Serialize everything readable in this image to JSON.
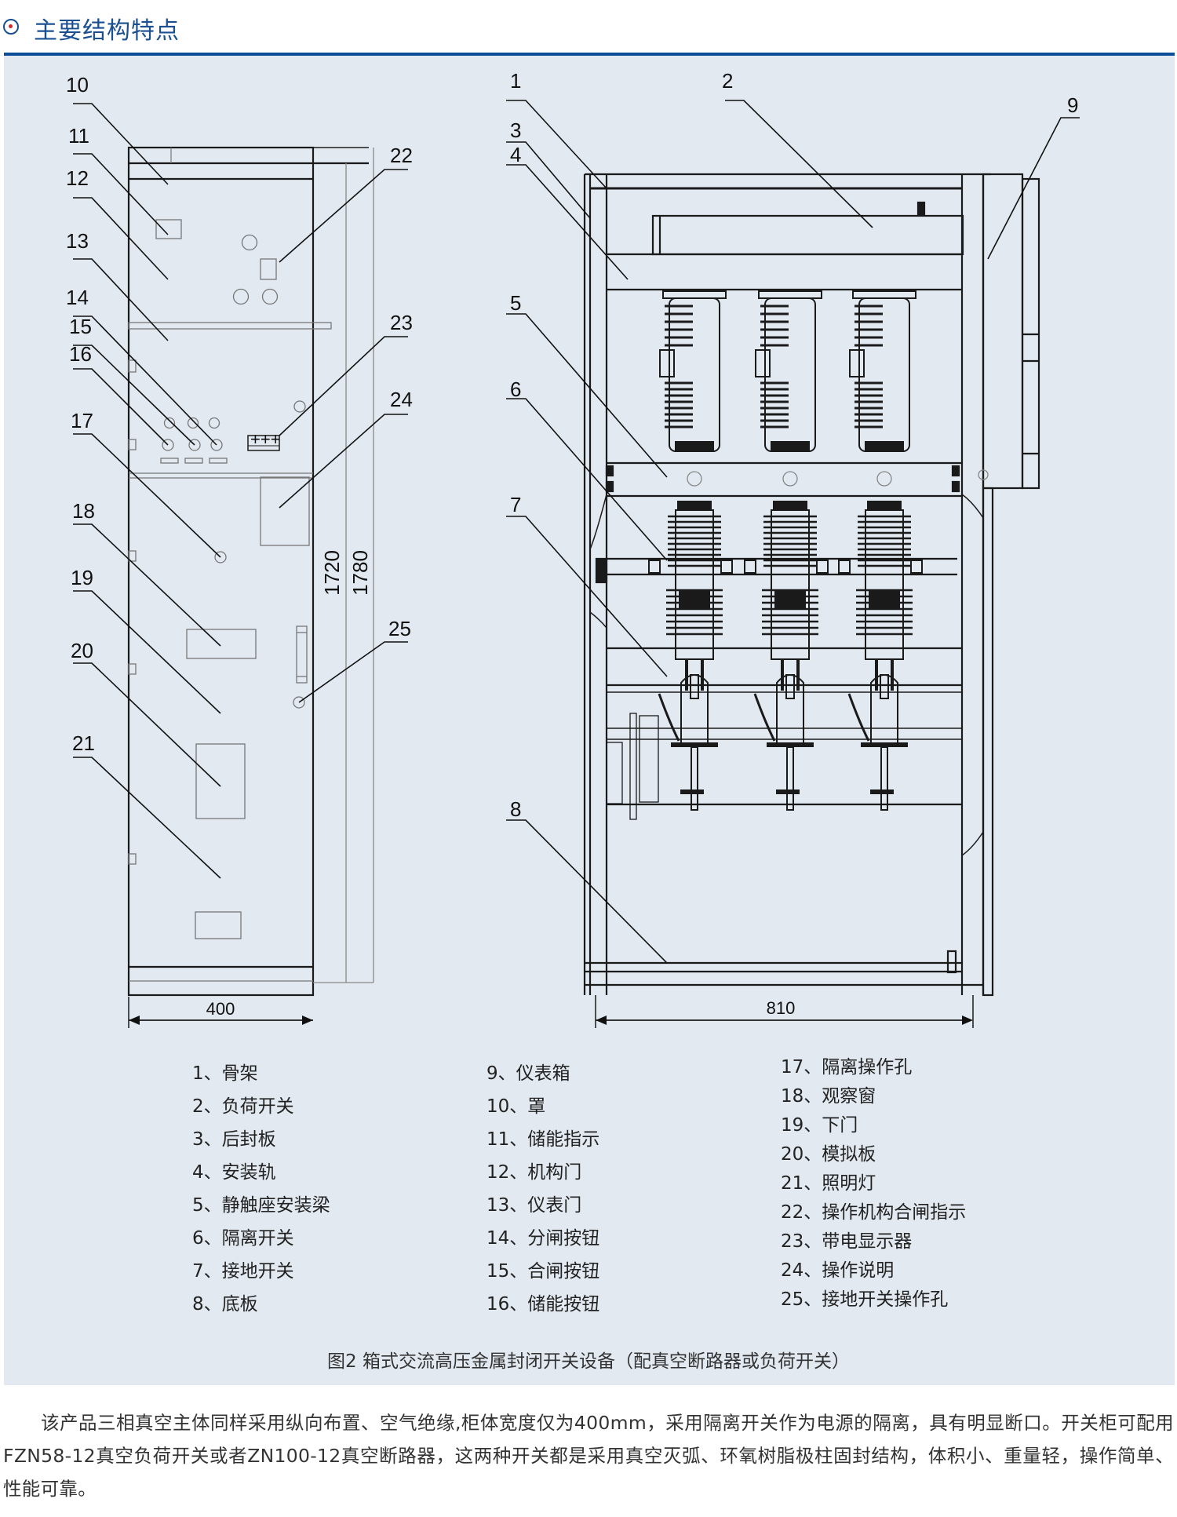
{
  "header": {
    "icon": "target-bullet-icon",
    "title": "主要结构特点"
  },
  "figure": {
    "left_view": {
      "callouts": [
        "10",
        "11",
        "12",
        "13",
        "14",
        "15",
        "16",
        "17",
        "18",
        "19",
        "20",
        "21",
        "22",
        "23",
        "24",
        "25"
      ],
      "width_dim": "400",
      "height_dims": [
        "1720",
        "1780"
      ],
      "indicator_text": "+++"
    },
    "right_view": {
      "callouts": [
        "1",
        "2",
        "3",
        "4",
        "5",
        "6",
        "7",
        "8",
        "9"
      ],
      "width_dim": "810"
    },
    "caption": "图2 箱式交流高压金属封闭开关设备（配真空断路器或负荷开关）"
  },
  "legend": {
    "col1": [
      "1、骨架",
      "2、负荷开关",
      "3、后封板",
      "4、安装轨",
      "5、静触座安装梁",
      "6、隔离开关",
      "7、接地开关",
      "8、底板"
    ],
    "col2": [
      "9、仪表箱",
      "10、罩",
      "11、储能指示",
      "12、机构门",
      "13、仪表门",
      "14、分闸按钮",
      "15、合闸按钮",
      "16、储能按钮"
    ],
    "col3": [
      "17、隔离操作孔",
      "18、观察窗",
      "19、下门",
      "20、模拟板",
      "21、照明灯",
      "22、操作机构合闸指示",
      "23、带电显示器",
      "24、操作说明",
      "25、接地开关操作孔"
    ]
  },
  "paragraph": "该产品三相真空主体同样采用纵向布置、空气绝缘,柜体宽度仅为400mm，采用隔离开关作为电源的隔离，具有明显断口。开关柜可配用FZN58-12真空负荷开关或者ZN100-12真空断路器，这两种开关都是采用真空灭弧、环氧树脂极柱固封结构，体积小、重量轻，操作简单、性能可靠。",
  "colors": {
    "title_blue": "#1a4f91",
    "rule_blue": "#0b4d96",
    "panel_bg": "#e2e9f1",
    "bullet_red": "#d9262b"
  }
}
